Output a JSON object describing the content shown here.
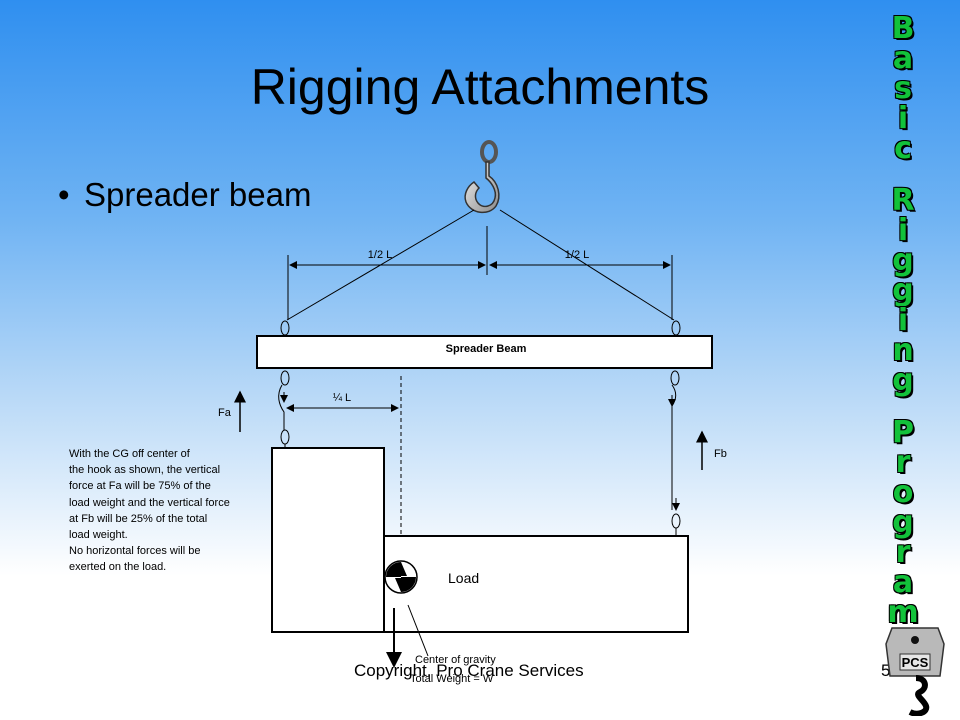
{
  "slide": {
    "title": "Rigging Attachments",
    "bullet": "Spreader beam",
    "bullet_marker": "•",
    "footer": "Copyright, Pro Crane Services",
    "page_number": "59"
  },
  "diagram": {
    "half_left": "1/2 L",
    "half_right": "1/2 L",
    "beam_label": "Spreader Beam",
    "quarter": "¼ L",
    "fa": "Fa",
    "fb": "Fb",
    "load": "Load",
    "cg_line1": "Center of gravity",
    "cg_line2": "Total Weight = W"
  },
  "note": {
    "lines": [
      "With the CG off center of",
      "the hook as shown, the vertical",
      "force at Fa will be 75% of the",
      "load weight and the vertical force",
      "at Fb will be 25% of the total",
      "load weight.",
      "No horizontal forces will be",
      "exerted on the load."
    ]
  },
  "side_banner": {
    "words": [
      "Basic",
      "Rigging",
      "Program"
    ],
    "logo_text": "PCS"
  },
  "colors": {
    "banner": "#12c23a"
  }
}
